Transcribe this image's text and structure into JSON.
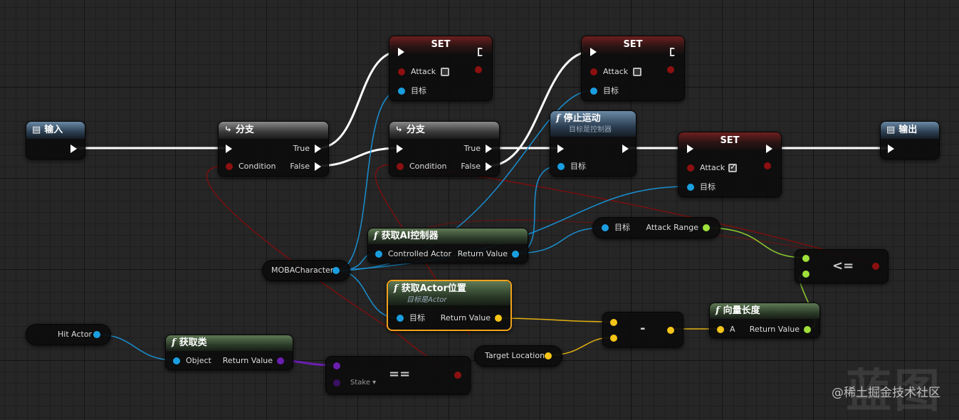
{
  "nodes": {
    "input": {
      "title": "输入"
    },
    "output": {
      "title": "输出"
    },
    "branch1": {
      "title": "分支",
      "true_label": "True",
      "false_label": "False",
      "condition_label": "Condition"
    },
    "branch2": {
      "title": "分支",
      "true_label": "True",
      "false_label": "False",
      "condition_label": "Condition"
    },
    "set1": {
      "title": "SET",
      "var_label": "Attack",
      "target_label": "目标"
    },
    "set2": {
      "title": "SET",
      "var_label": "Attack",
      "target_label": "目标"
    },
    "set3": {
      "title": "SET",
      "var_label": "Attack",
      "target_label": "目标"
    },
    "stop_move": {
      "title": "停止运动",
      "subtitle": "目标是控制器",
      "target_label": "目标"
    },
    "get_ai_controller": {
      "title": "获取AI控制器",
      "in_label": "Controlled Actor",
      "out_label": "Return Value"
    },
    "get_actor_location": {
      "title": "获取Actor位置",
      "subtitle": "目标是Actor",
      "in_label": "目标",
      "out_label": "Return Value"
    },
    "attack_range": {
      "in_label": "目标",
      "out_label": "Attack Range"
    },
    "moba_character": {
      "label": "MOBACharacter"
    },
    "hit_actor": {
      "label": "Hit Actor"
    },
    "get_class": {
      "title": "获取类",
      "in_label": "Object",
      "out_label": "Return Value"
    },
    "equal": {
      "op": "==",
      "enum_label": "Stake"
    },
    "subtract": {
      "op": "-"
    },
    "vector_length": {
      "title": "向量长度",
      "in_label": "A",
      "out_label": "Return Value"
    },
    "less_equal": {
      "op": "<="
    },
    "target_location": {
      "label": "Target Location"
    }
  },
  "watermark": {
    "big": "蓝图",
    "text": "@稀土掘金技术社区"
  },
  "colors": {
    "exec": "#ffffff",
    "bool": "#8c1010",
    "object": "#1a9ee0",
    "float": "#9fe03a",
    "vector": "#f5c518",
    "class": "#6a1fb0"
  }
}
